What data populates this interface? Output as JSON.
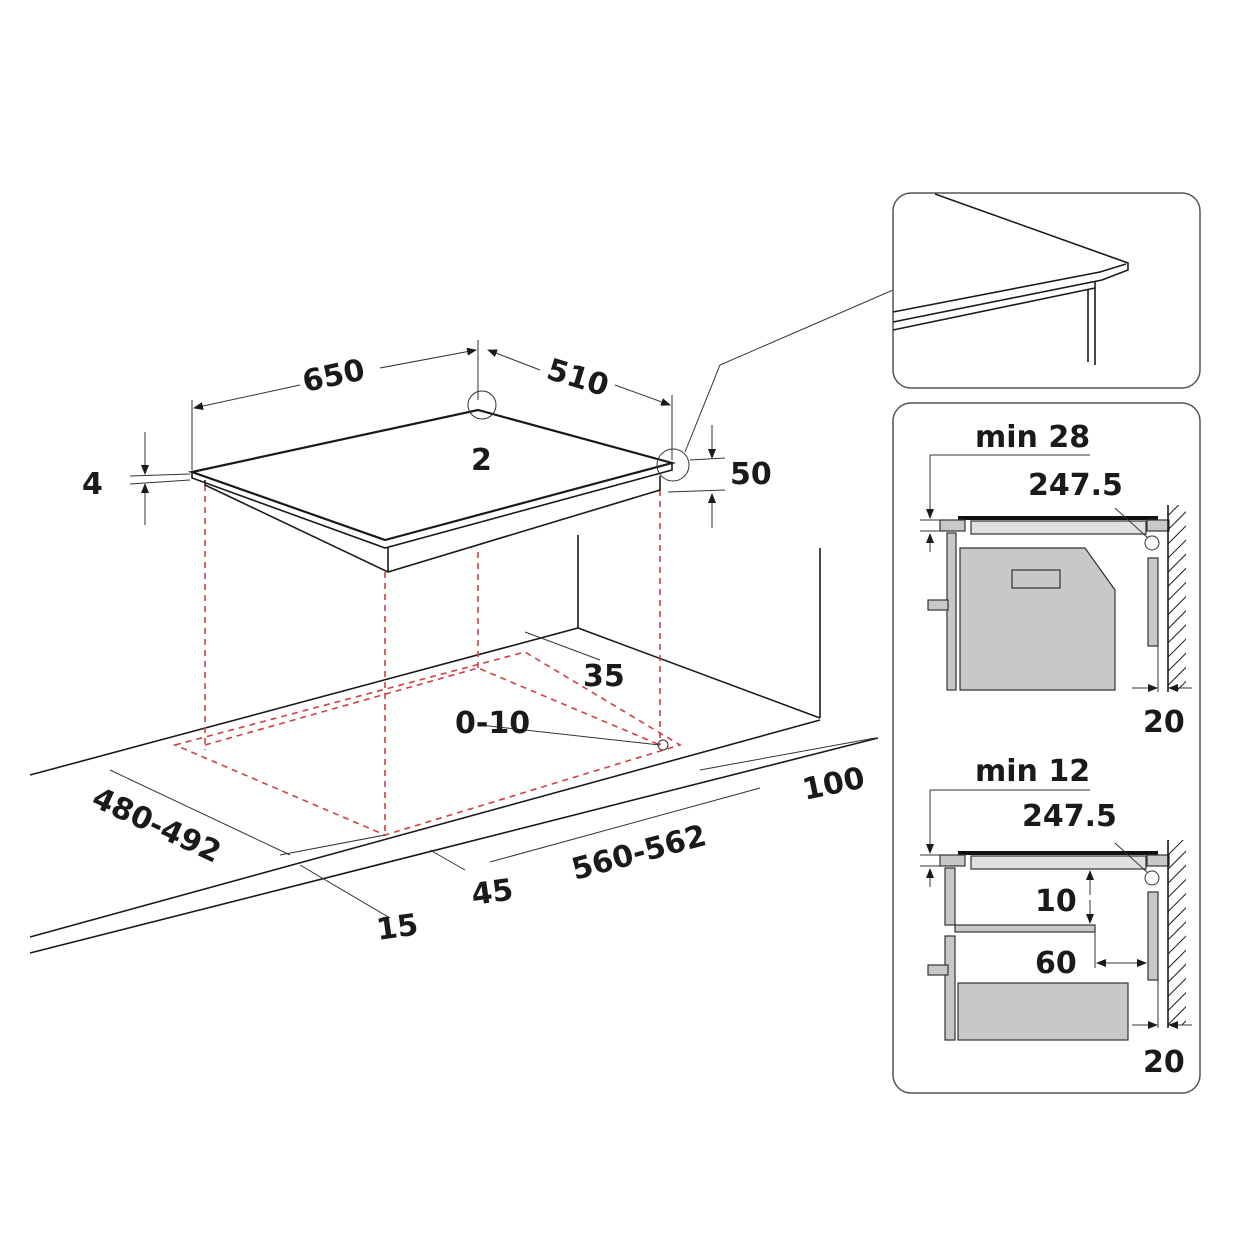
{
  "main_view": {
    "width_label": "650",
    "depth_label": "510",
    "glass_thickness_label": "4",
    "corner_gap_label": "2",
    "height_label": "50",
    "cutout_back_offset_label": "35",
    "tolerance_label": "0-10",
    "wall_offset_label": "100",
    "cutout_depth_label": "480-492",
    "cutout_width_label": "560-562",
    "front_offset_label": "45",
    "front_margin_label": "15"
  },
  "detail_top": {
    "min_label": "min 28",
    "dimension_label": "247.5",
    "wall_gap_label": "20"
  },
  "detail_bottom": {
    "min_label": "min 12",
    "dimension_label": "247.5",
    "shelf_gap_label": "10",
    "rear_gap_label": "60",
    "wall_gap_label": "20"
  },
  "colors": {
    "line": "#1a1a1a",
    "cutout": "#d04040",
    "fill": "#c8c8c8"
  }
}
